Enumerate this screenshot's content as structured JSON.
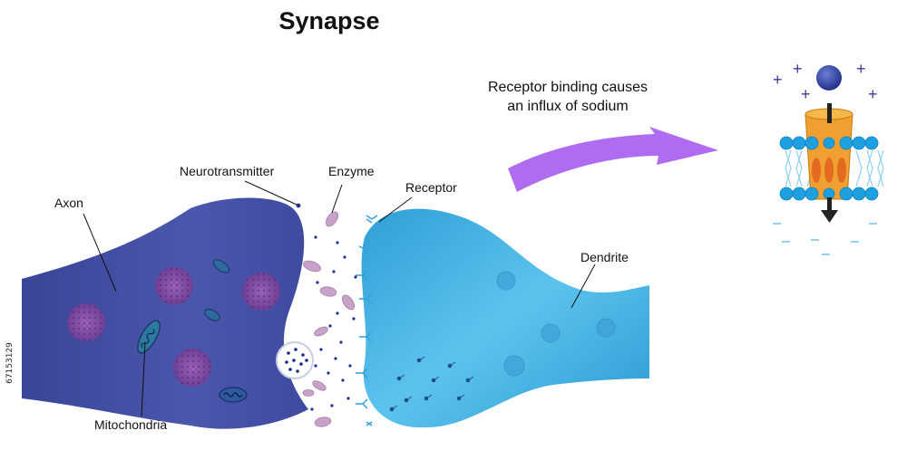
{
  "title": "Synapse",
  "labels": {
    "axon": "Axon",
    "neurotransmitter": "Neurotransmitter",
    "enzyme": "Enzyme",
    "receptor": "Receptor",
    "dendrite": "Dendrite",
    "mitochondria": "Mitochondria"
  },
  "caption": {
    "line1": "Receptor binding causes",
    "line2": "an influx of sodium"
  },
  "channel_inset": {
    "positive_sign": "+",
    "negative_sign": "–"
  },
  "image_id": "67153129",
  "colors": {
    "axon": "#3f4a9e",
    "dendrite": "#3fb0e0",
    "arrow": "#b06cf0",
    "channel": "#f0a030",
    "membrane_head": "#1ea0e0",
    "ion": "#2a3a9a",
    "enzyme": "#c7a0c8",
    "vesicle_inner": "#7b4aa0"
  }
}
